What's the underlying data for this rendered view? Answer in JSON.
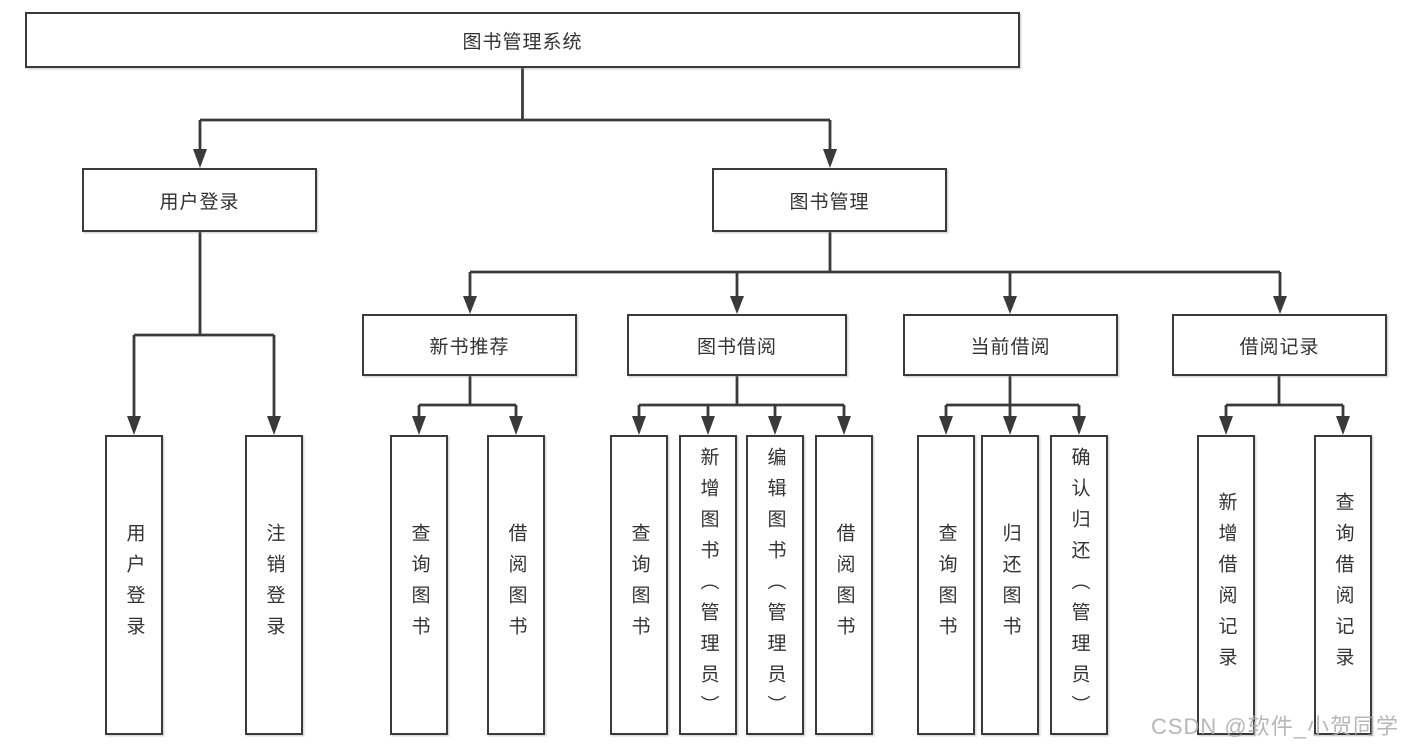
{
  "diagram_type": "hierarchy-tree",
  "colors": {
    "line": "#3a3a3a",
    "box_border": "#3a3a3a",
    "box_fill": "#ffffff",
    "text": "#333333",
    "watermark": "#aaaaaa"
  },
  "tree": {
    "root": {
      "label": "图书管理系统",
      "children": [
        {
          "label": "用户登录",
          "children": [
            {
              "label": "用户登录"
            },
            {
              "label": "注销登录"
            }
          ]
        },
        {
          "label": "图书管理",
          "children": [
            {
              "label": "新书推荐",
              "children": [
                {
                  "label": "查询图书"
                },
                {
                  "label": "借阅图书"
                }
              ]
            },
            {
              "label": "图书借阅",
              "children": [
                {
                  "label": "查询图书"
                },
                {
                  "label": "新增图书（管理员）"
                },
                {
                  "label": "编辑图书（管理员）"
                },
                {
                  "label": "借阅图书"
                }
              ]
            },
            {
              "label": "当前借阅",
              "children": [
                {
                  "label": "查询图书"
                },
                {
                  "label": "归还图书"
                },
                {
                  "label": "确认归还（管理员）"
                }
              ]
            },
            {
              "label": "借阅记录",
              "children": [
                {
                  "label": "新增借阅记录"
                },
                {
                  "label": "查询借阅记录"
                }
              ]
            }
          ]
        }
      ]
    }
  },
  "watermark": {
    "text": "CSDN @软件_小贺同学"
  }
}
